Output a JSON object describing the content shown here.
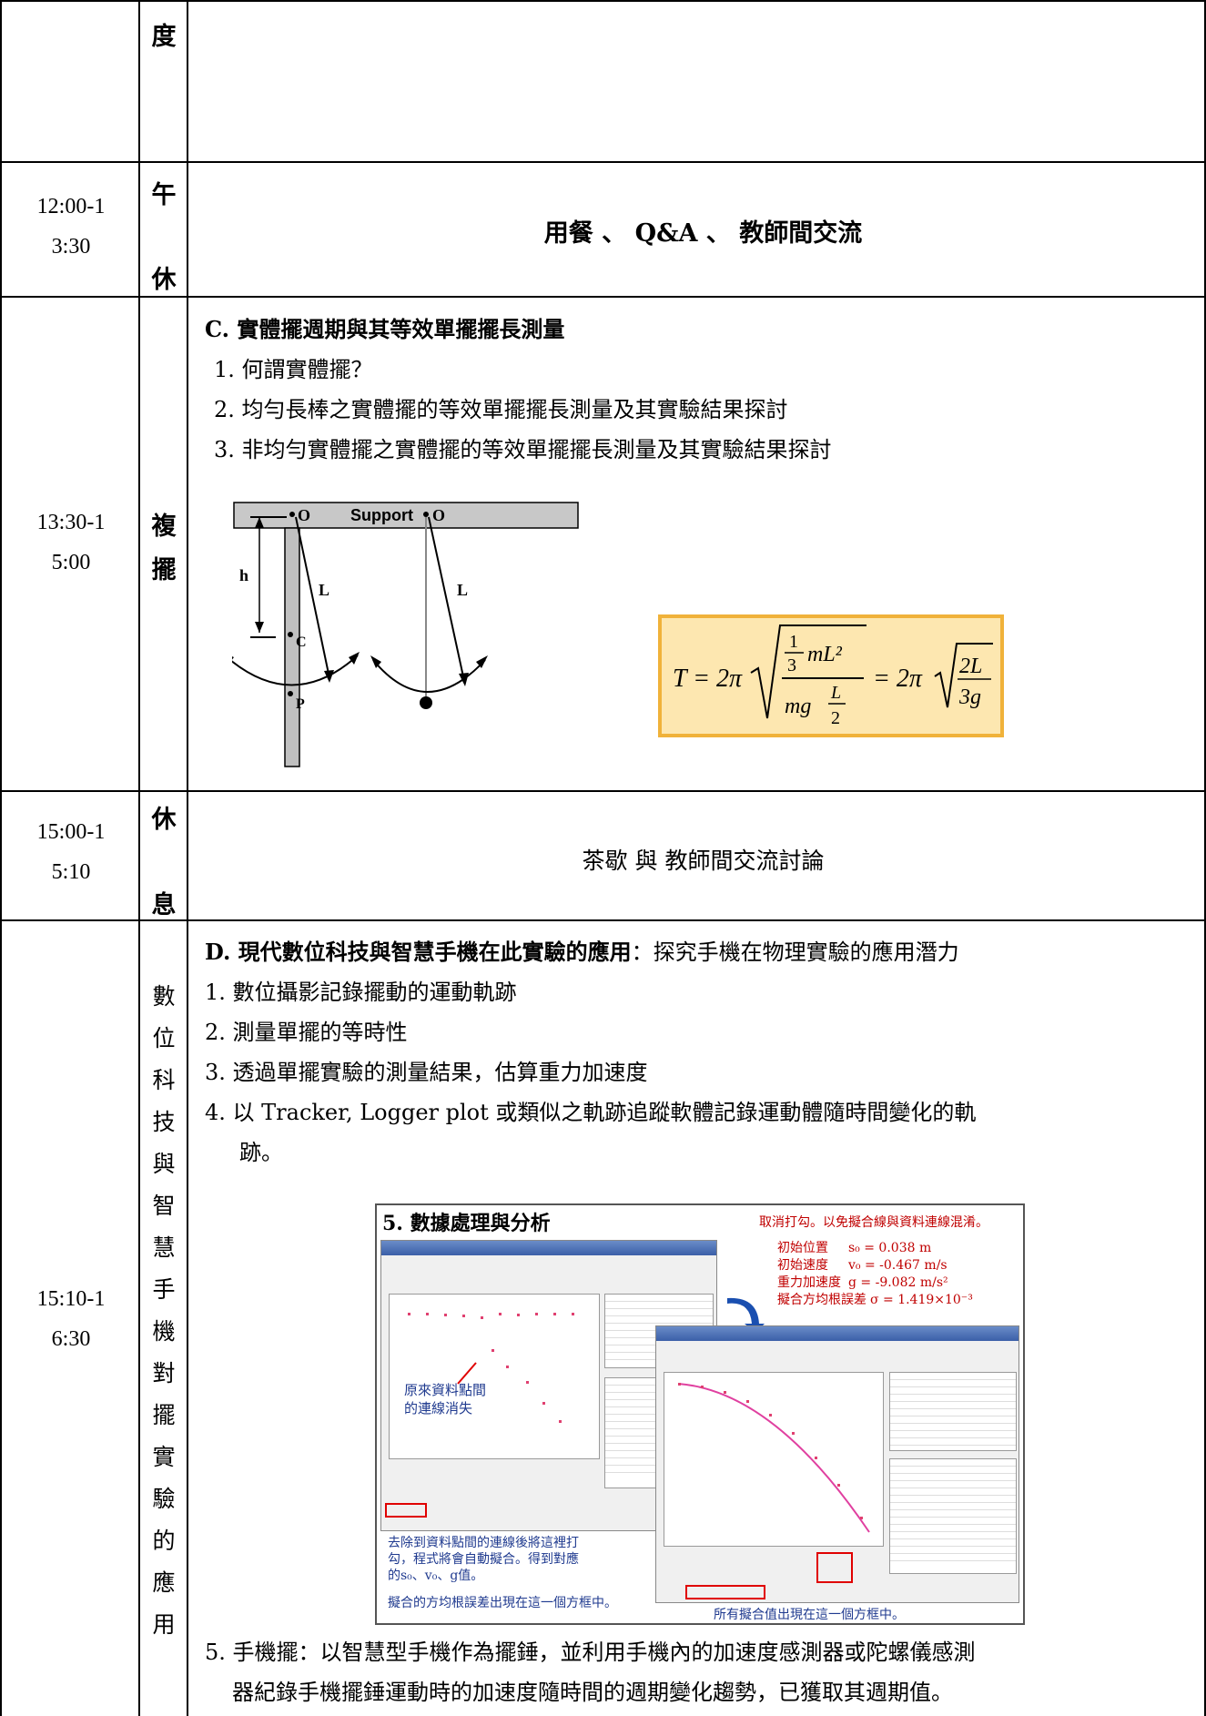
{
  "row_top": {
    "topic": "度"
  },
  "row_lunch": {
    "time": [
      "12:00-1",
      "3:30"
    ],
    "topic_top": "午",
    "topic_bottom": "休",
    "content": "用餐 、 Q&A 、 教師間交流"
  },
  "row_c": {
    "time": [
      "13:30-1",
      "5:00"
    ],
    "topic": [
      "複",
      "擺"
    ],
    "heading": "C. 實體擺週期與其等效單擺擺長測量",
    "items": [
      "1. 何謂實體擺？",
      "2. 均勻長棒之實體擺的等效單擺擺長測量及其實驗結果探討",
      "3. 非均勻實體擺之實體擺的等效單擺擺長測量及其實驗結果探討"
    ],
    "diagram": {
      "support_label": "Support",
      "pivot_label": "O",
      "h_label": "h",
      "length_label": "L",
      "c_label": "C",
      "p_label": "P"
    },
    "formula": {
      "lhs": "T = 2π",
      "frac_top": "1",
      "frac_bottom": "3",
      "mL2": "mL²",
      "mg": "mg",
      "L": "L",
      "two": "2",
      "eq": "= 2π",
      "r_num": "2L",
      "r_den": "3g"
    }
  },
  "row_break": {
    "time": [
      "15:00-1",
      "5:10"
    ],
    "topic_top": "休",
    "topic_bottom": "息",
    "content": "茶歇 與 教師間交流討論"
  },
  "row_d": {
    "time": [
      "15:10-1",
      "6:30"
    ],
    "topic": [
      "數",
      "位",
      "科",
      "技",
      "與",
      "智",
      "慧",
      "手",
      "機",
      "對",
      "擺",
      "實",
      "驗",
      "的",
      "應",
      "用"
    ],
    "heading_bold": "D. 現代數位科技與智慧手機在此實驗的應用",
    "heading_rest": "：探究手機在物理實驗的應用潛力",
    "items": [
      "1. 數位攝影記錄擺動的運動軌跡",
      "2. 測量單擺的等時性",
      "3. 透過單擺實驗的測量結果，估算重力加速度",
      "4. 以 Tracker, Logger plot 或類似之軌跡追蹤軟體記錄運動體隨時間變化的軌",
      "跡。"
    ],
    "item5": [
      "5. 手機擺：以智慧型手機作為擺錘，並利用手機內的加速度感測器或陀螺儀感測",
      "器紀錄手機擺錘運動時的加速度隨時間的週期變化趨勢，已獲取其週期值。"
    ],
    "figure": {
      "title": "5. 數據處理與分析",
      "note_uncheck": "取消打勾。以免擬合線與資料連線混淆。",
      "param_labels": [
        "初始位置",
        "初始速度",
        "重力加速度",
        "擬合方均根誤差"
      ],
      "param_values": [
        "s₀ = 0.038 m",
        "v₀ = -0.467 m/s",
        "g = -9.082 m/s²",
        "σ = 1.419×10⁻³"
      ],
      "note_points_1": "原來資料點間",
      "note_points_2": "的連線消失",
      "note_fit_1": "去除到資料點間的連線後將這裡打",
      "note_fit_2": "勾，程式將會自動擬合。得到對應",
      "note_fit_3": "的s₀、v₀、g值。",
      "note_rms": "擬合的方均根誤差出現在這一個方框中。",
      "note_values": "所有擬合值出現在這一個方框中。"
    }
  }
}
